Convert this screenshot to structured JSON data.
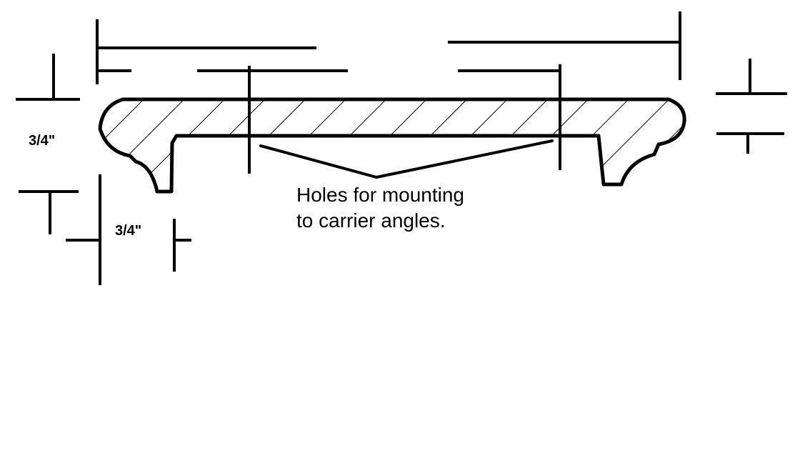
{
  "diagram": {
    "colors": {
      "ink": "#000000",
      "paper": "#ffffff"
    },
    "labels": {
      "left_thickness": "3/4\"",
      "leg_width": "3/4\""
    },
    "note": {
      "line1": "Holes for mounting",
      "line2": "to carrier angles."
    }
  }
}
